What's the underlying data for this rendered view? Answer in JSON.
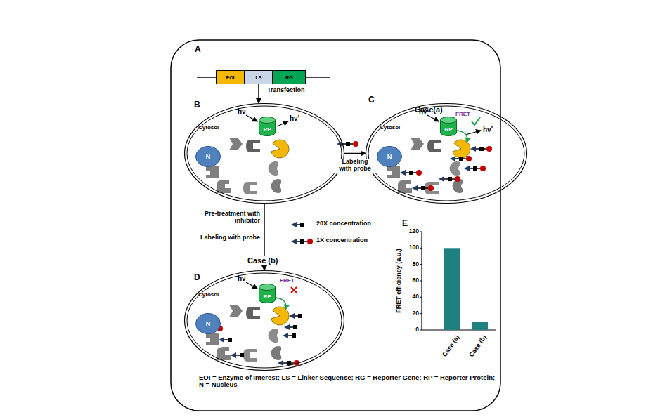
{
  "diagram": {
    "nodes": [
      {
        "text": [
          "EOI"
        ]
      },
      {
        "text": [
          "LS"
        ]
      },
      {
        "text": [
          "RG"
        ]
      },
      {
        "text": [
          "Cytosol"
        ]
      },
      {
        "text": [
          "N"
        ],
        "in": 3
      },
      {
        "text": [
          "RP"
        ],
        "in": 3
      },
      {
        "text": [
          "Cytosol"
        ]
      },
      {
        "text": [
          "N"
        ],
        "in": 6
      },
      {
        "text": [
          "RP"
        ],
        "in": 6
      },
      {
        "text": [
          "Cytosol"
        ]
      },
      {
        "text": [
          "N"
        ],
        "in": 9
      },
      {
        "text": [
          "RP"
        ],
        "in": 9
      }
    ],
    "edges": [
      {
        "from": 1,
        "to": 3,
        "arrow": "to",
        "label": "Transfection"
      },
      {
        "from": 3,
        "to": 6,
        "arrow": "to",
        "label": "Labeling with probe"
      },
      {
        "from": 3,
        "to": 9,
        "arrow": "to",
        "label": "Pre-treatment with inhibitor"
      }
    ],
    "labels": [
      "A",
      "B",
      "C",
      "Case(a)",
      "hν",
      "hν'",
      "hν",
      "FRET",
      "hν'",
      "20X concentration",
      "Labeling with probe",
      "1X concentration",
      "Case (b)",
      "D",
      "hν",
      "FRET",
      "E",
      "FRET efficiency (a.u.)",
      "120",
      "100",
      "80",
      "60",
      "40",
      "20",
      "0",
      "Case (a)",
      "Case (b)",
      "EOI = Enzyme of Interest; LS = Linker Sequence; RG = Reporter Gene; RP = Reporter Protein; N = Nucleus"
    ]
  }
}
